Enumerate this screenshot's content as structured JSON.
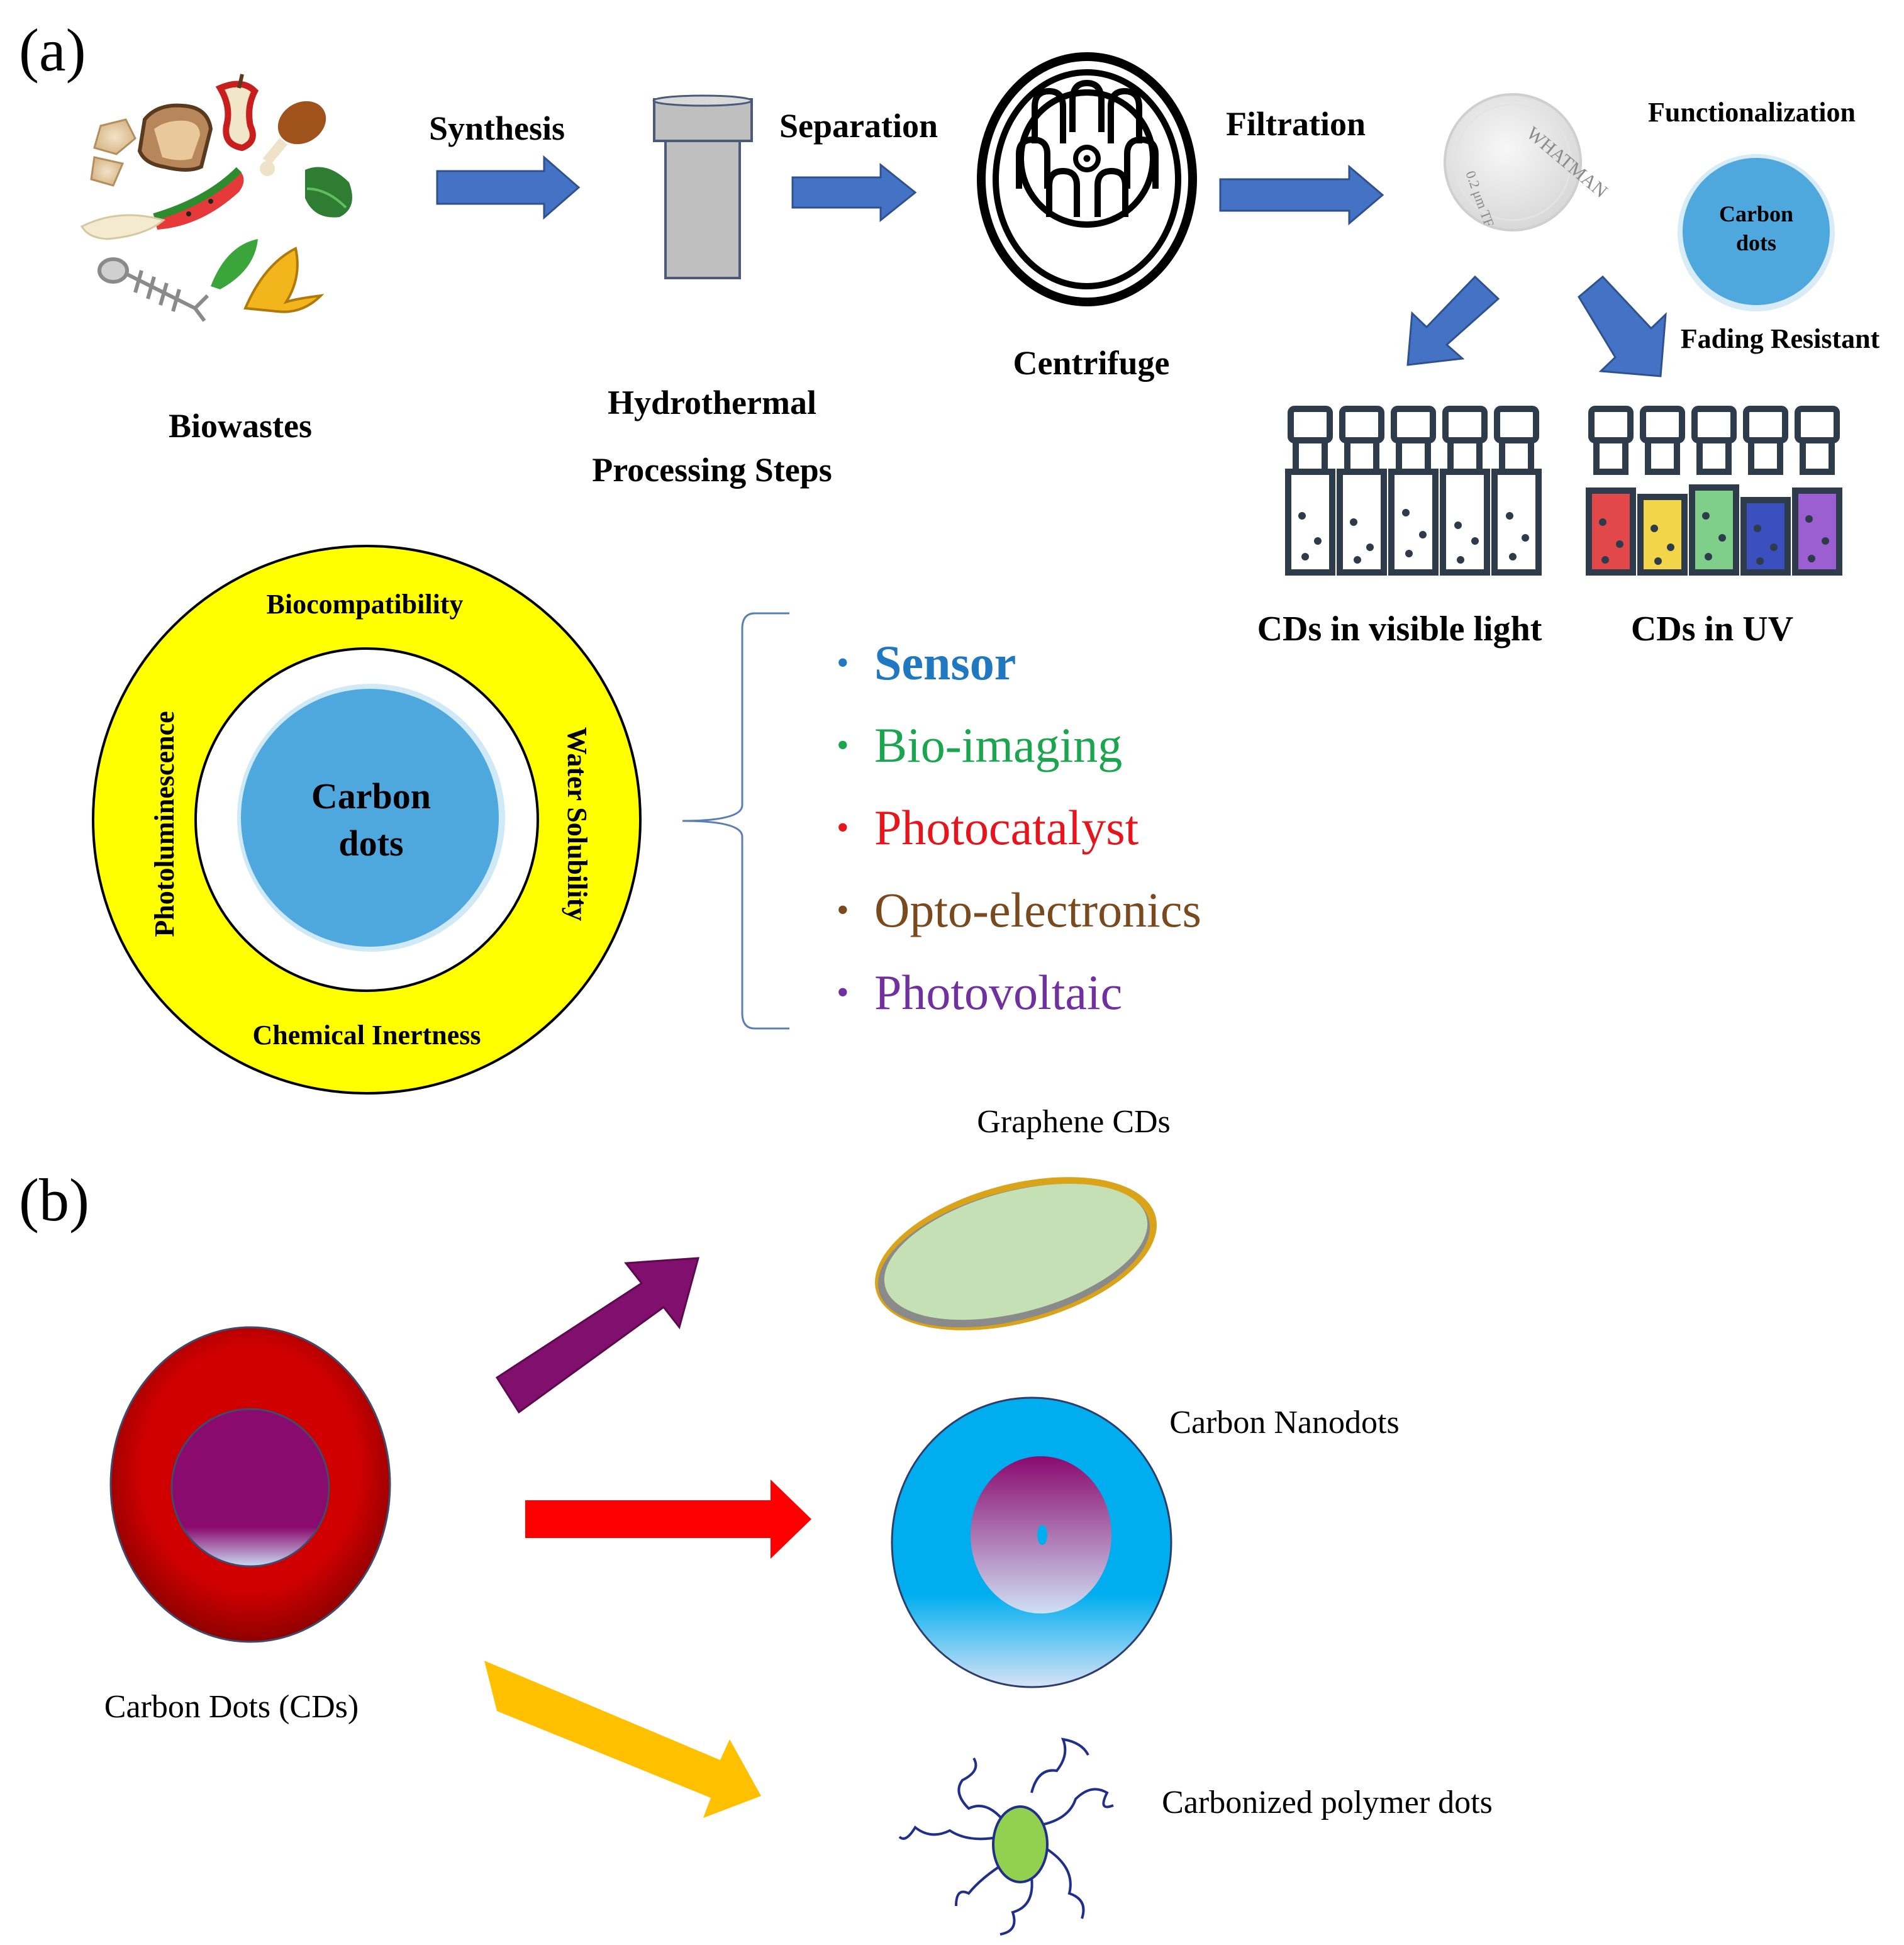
{
  "panel_a": {
    "label": "(a)",
    "process": {
      "biowastes": "Biowastes",
      "synthesis": "Synthesis",
      "hydrothermal_line1": "Hydrothermal",
      "hydrothermal_line2": "Processing Steps",
      "separation": "Separation",
      "centrifuge": "Centrifuge",
      "filtration": "Filtration",
      "filter_brand": "WHATMAN",
      "filter_size": "0.2 μm TF",
      "functionalization": "Functionalization",
      "fading_resistant": "Fading Resistant",
      "cd_small_line1": "Carbon",
      "cd_small_line2": "dots",
      "visible_light": "CDs in visible light",
      "uv": "CDs in UV"
    },
    "properties_ring": {
      "top": "Biocompatibility",
      "left": "Photoluminescence",
      "right": "Water Solubility",
      "bottom": "Chemical Inertness",
      "center_line1": "Carbon",
      "center_line2": "dots"
    },
    "applications": [
      {
        "label": "Sensor",
        "color": "#1F78C0"
      },
      {
        "label": "Bio-imaging",
        "color": "#1AA54E"
      },
      {
        "label": "Photocatalyst",
        "color": "#E8141B"
      },
      {
        "label": "Opto-electronics",
        "color": "#7A4A1E"
      },
      {
        "label": "Photovoltaic",
        "color": "#7030A0"
      }
    ],
    "bullet": "•"
  },
  "panel_b": {
    "label": "(b)",
    "source": "Carbon Dots (CDs)",
    "graphene": "Graphene CDs",
    "nanodots": "Carbon Nanodots",
    "polymer": "Carbonized polymer dots",
    "colors": {
      "arrow_top": "#800F6E",
      "arrow_middle": "#FF0000",
      "arrow_bottom": "#FFC000",
      "ring": "#CC0000",
      "nanodot_outer": "#00AEEF",
      "graphene_fill": "#C5E0B4",
      "polymer_core": "#92D050"
    }
  },
  "colors": {
    "process_arrow": "#4472C4",
    "ring_yellow": "#FFFF00",
    "cd_blue": "#4EA8DE"
  }
}
